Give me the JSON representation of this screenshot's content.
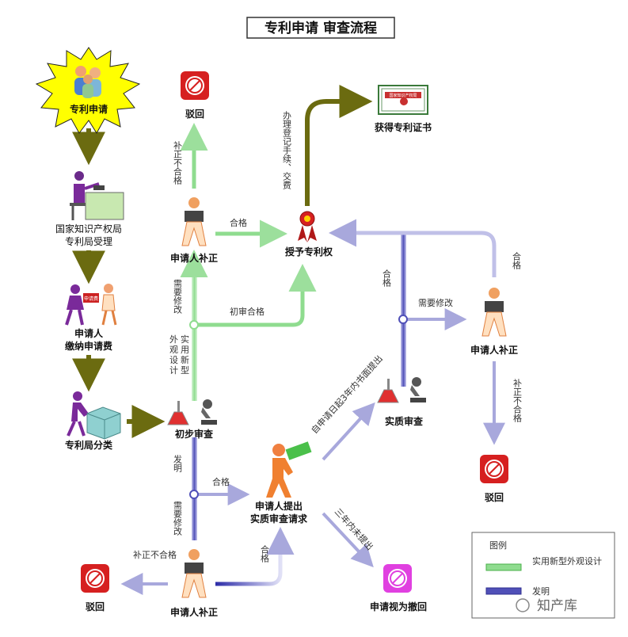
{
  "title": "专利申请  审查流程",
  "nodes": {
    "apply": "专利申请",
    "receive_1": "国家知识产权局",
    "receive_2": "专利局受理",
    "pay_1": "申请人",
    "pay_2": "缴纳申请费",
    "classify": "专利局分类",
    "prelim": "初步审查",
    "correct_top": "申请人补正",
    "reject_top": "驳回",
    "grant": "授予专利权",
    "certificate": "获得专利证书",
    "request_1": "申请人提出",
    "request_2": "实质审查请求",
    "substantive": "实质审查",
    "correct_right": "申请人补正",
    "reject_right": "驳回",
    "correct_bottom": "申请人补正",
    "reject_bottom": "驳回",
    "withdrawn": "申请视为撤回"
  },
  "edges": {
    "bzbhg_top": "补正不合格",
    "hege_top": "合格",
    "register": "办理登记手续、交费",
    "xyxg_left": "需要修改",
    "chushen": "初审合格",
    "syxx": "实用新型外观设计",
    "hege_right": "合格",
    "xyxg_right": "需要修改",
    "hege_right2": "合格",
    "bzbhg_right": "补正不合格",
    "within3": "自申请日起3年内书面提出",
    "faming": "发明",
    "hege_bottom": "合格",
    "xyxg_bottom": "需要修改",
    "bzbhg_bottom": "补正不合格",
    "hege_up": "合格",
    "not3": "三年内未提出"
  },
  "legend": {
    "title": "图例",
    "green": "实用新型外观设计",
    "blue": "发明"
  },
  "icons": {
    "paper_label": "申请费",
    "cert_text": "国家知识产权局"
  },
  "watermark": "知产库",
  "colors": {
    "olive": "#6b6b10",
    "green": "#8fdc8f",
    "blue": "#5555bb",
    "reject_red": "#d62020",
    "withdraw_pink": "#e040e0"
  }
}
